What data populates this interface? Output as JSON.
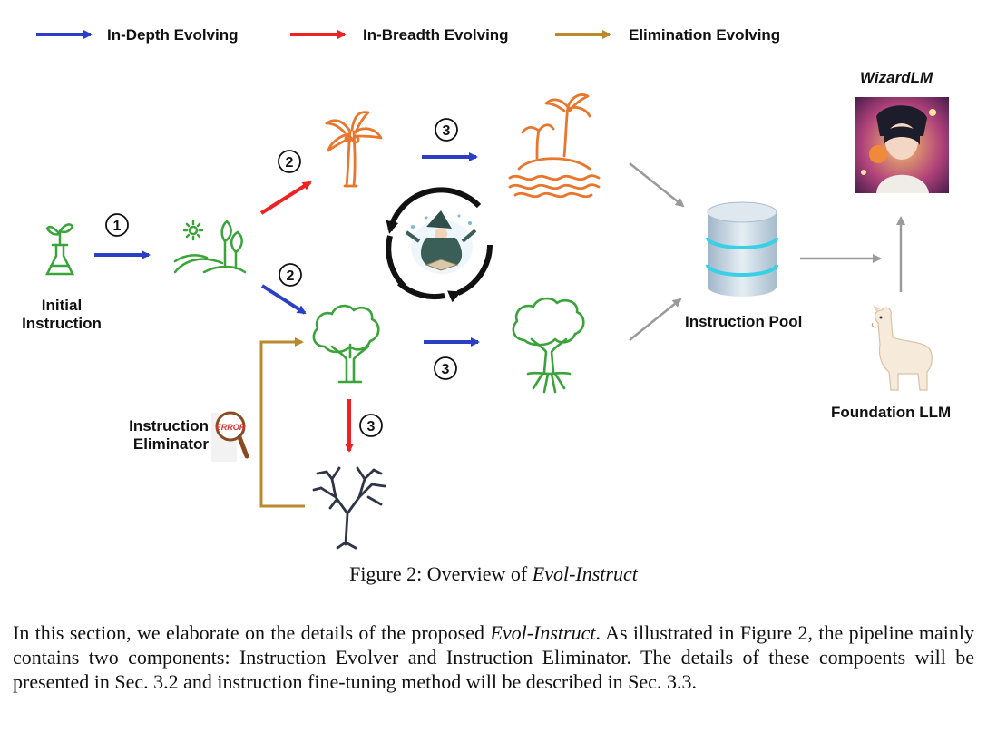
{
  "legend": {
    "in_depth": "In-Depth Evolving",
    "in_breadth": "In-Breadth Evolving",
    "elimination": "Elimination Evolving",
    "colors": {
      "in_depth": "#2b3fc4",
      "in_breadth": "#ee2222",
      "elimination": "#b98a2c",
      "green": "#3aa33a",
      "orange": "#e8772e",
      "gray": "#9a9a9a"
    }
  },
  "labels": {
    "initial_instruction_line1": "Initial",
    "initial_instruction_line2": "Instruction",
    "instruction_eliminator_line1": "Instruction",
    "instruction_eliminator_line2": "Eliminator",
    "instruction_pool": "Instruction Pool",
    "foundation_llm": "Foundation LLM",
    "wizardlm": "WizardLM",
    "error_badge": "ERROR"
  },
  "steps": {
    "one": "1",
    "two": "2",
    "three": "3"
  },
  "caption": {
    "prefix": "Figure 2: Overview of ",
    "title": "Evol-Instruct"
  },
  "paragraph": {
    "p1": "In this section, we elaborate on the details of the proposed ",
    "p1_em": "Evol-Instruct",
    "p2": ". As illustrated in Figure 2, the pipeline mainly contains two components: Instruction Evolver and Instruction Eliminator. The details of these compoents will be presented in Sec. 3.2 and instruction fine-tuning method will be described in Sec. 3.3."
  }
}
